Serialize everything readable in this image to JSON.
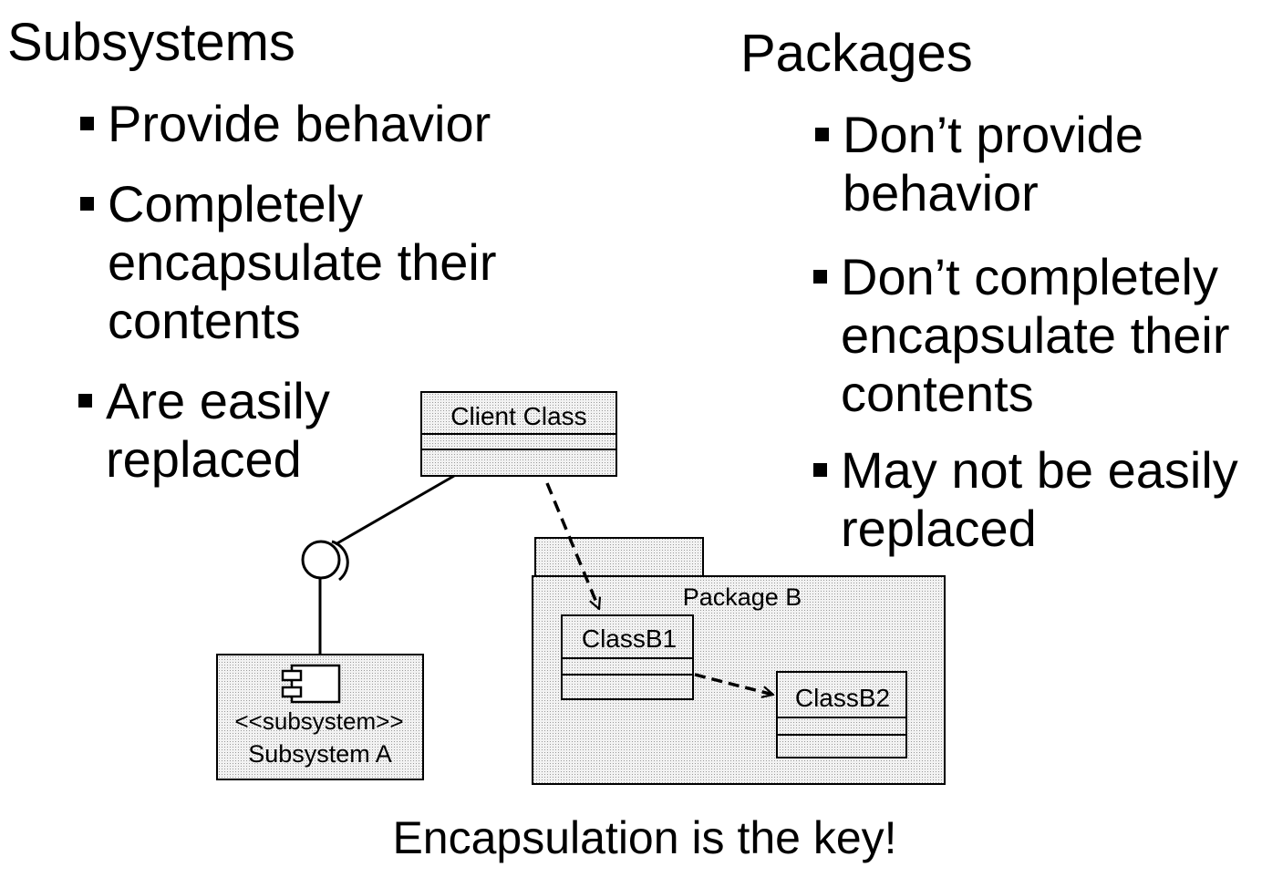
{
  "left": {
    "heading": "Subsystems",
    "bullets": [
      [
        "Provide behavior"
      ],
      [
        "Completely",
        "encapsulate their",
        "contents"
      ],
      [
        "Are easily",
        "replaced"
      ]
    ]
  },
  "right": {
    "heading": "Packages",
    "bullets": [
      [
        "Don’t provide",
        "behavior"
      ],
      [
        "Don’t completely",
        "encapsulate their",
        "contents"
      ],
      [
        "May not be easily",
        "replaced"
      ]
    ]
  },
  "diagram": {
    "client_class": "Client Class",
    "subsystem_stereotype": "<<subsystem>>",
    "subsystem_name": "Subsystem A",
    "package_name": "Package B",
    "class_b1": "ClassB1",
    "class_b2": "ClassB2"
  },
  "footer": "Encapsulation is the key!"
}
